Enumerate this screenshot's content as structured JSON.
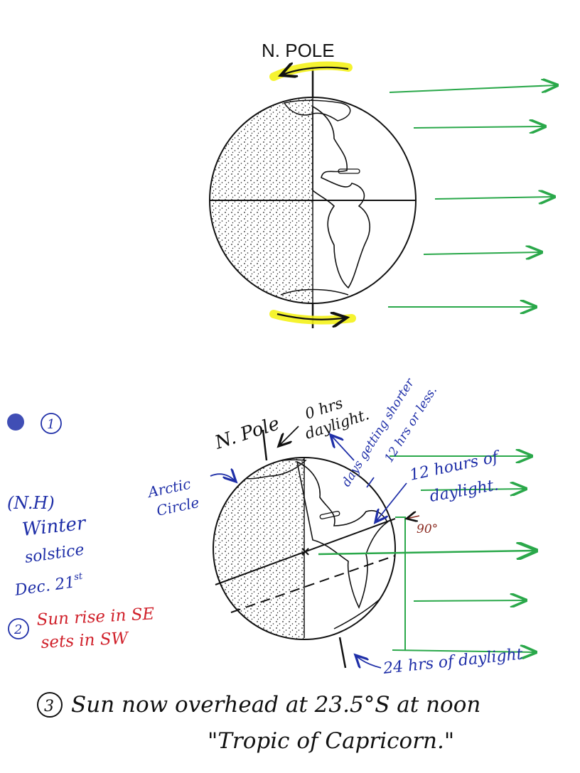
{
  "diagram1": {
    "pole_label": "N. POLE"
  },
  "diagram2": {
    "pole_label": "N. Pole",
    "zero_hrs_line1": "0 hrs",
    "zero_hrs_line2": "daylight.",
    "days_shorter_line1": "days getting shorter",
    "days_shorter_line2": "12 hrs or less.",
    "twelve_hours_line1": "12 hours of",
    "twelve_hours_line2": "daylight.",
    "ninety_deg": "90°",
    "arctic_circle_line1": "Arctic",
    "arctic_circle_line2": "Circle",
    "twentyfour_hrs": "24 hrs of daylight"
  },
  "left_notes": {
    "item1_number": "1",
    "nh": "(N.H)",
    "winter": "Winter",
    "solstice": "solstice",
    "date": "Dec. 21",
    "date_suffix": "st",
    "item2_number": "2",
    "sunrise_line1": "Sun rise in SE",
    "sunrise_line2": "sets in SW"
  },
  "bottom_note": {
    "item3_number": "3",
    "line1": "Sun now overhead at 23.5°S at noon",
    "line2": "\"Tropic of Capricorn.\""
  },
  "colors": {
    "ink": "#111111",
    "blue_ink": "#1f2fa8",
    "red_ink": "#d0202a",
    "sun_rays": "#2aa84a",
    "highlight": "#f4f21a"
  },
  "icons": [
    "rotation-arrow-icon",
    "sun-ray-arrow-icon",
    "shaded-circle-icon"
  ]
}
